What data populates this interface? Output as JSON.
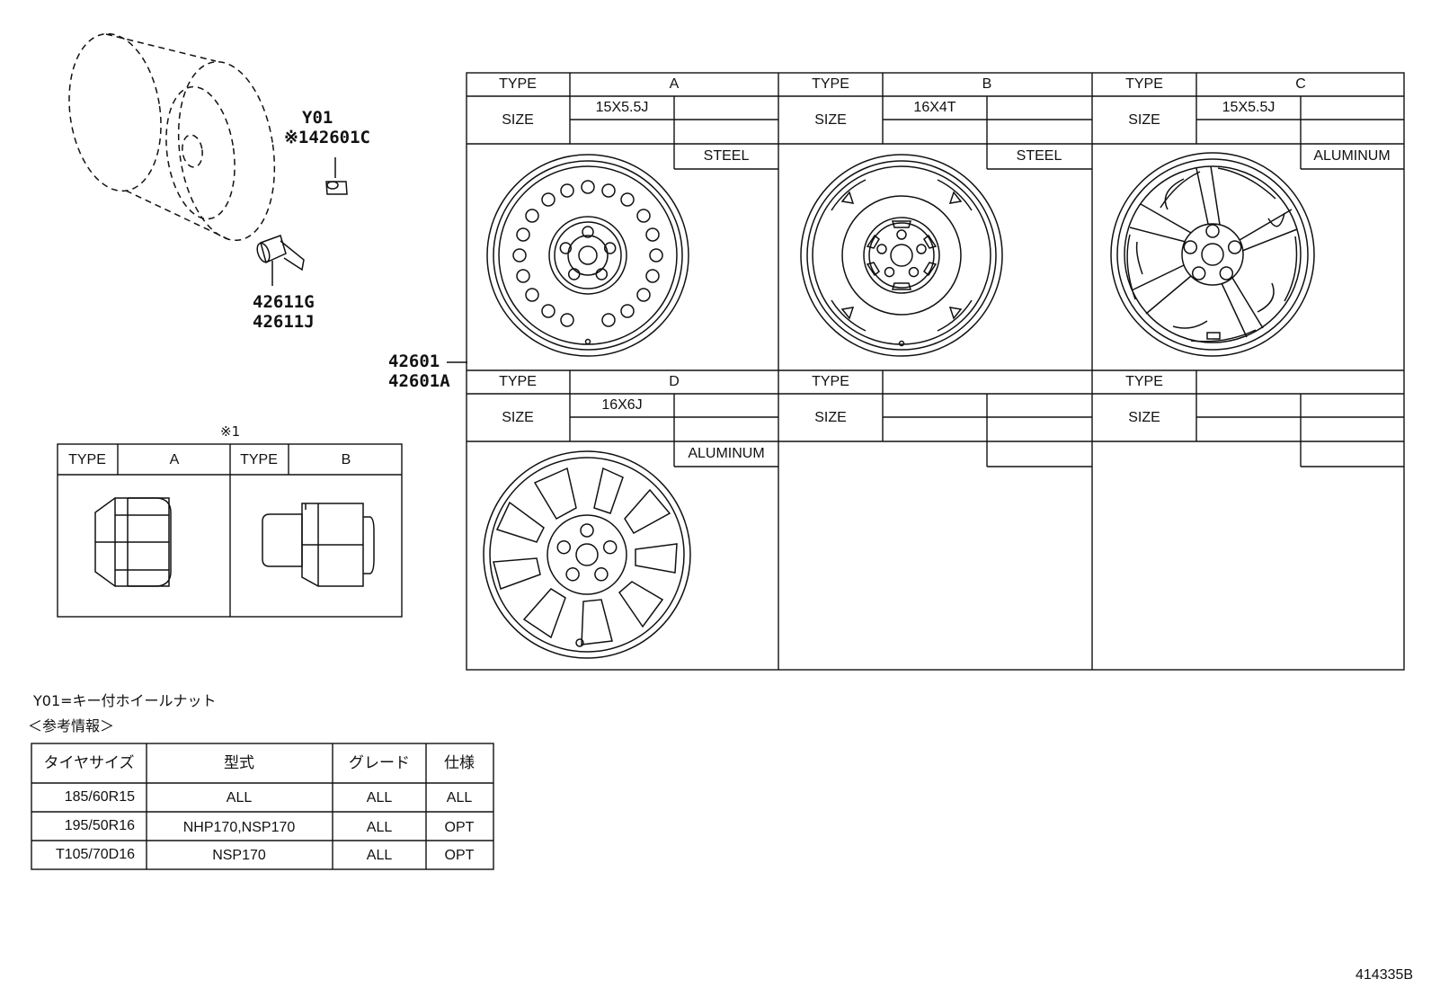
{
  "parts": {
    "lock_nut": {
      "code": "Y01",
      "part": "※142601C"
    },
    "valve": [
      "42611G",
      "42611J"
    ],
    "wheel": [
      "42601",
      "42601A"
    ]
  },
  "wheel_table": {
    "type_label": "TYPE",
    "size_label": "SIZE",
    "cells": [
      {
        "type": "A",
        "size": "15X5.5J",
        "material": "STEEL"
      },
      {
        "type": "B",
        "size": "16X4T",
        "material": "STEEL"
      },
      {
        "type": "C",
        "size": "15X5.5J",
        "material": "ALUMINUM"
      },
      {
        "type": "D",
        "size": "16X6J",
        "material": "ALUMINUM"
      },
      {
        "type": "",
        "size": "",
        "material": ""
      },
      {
        "type": "",
        "size": "",
        "material": ""
      }
    ]
  },
  "nut_table": {
    "mark": "※1",
    "type_label": "TYPE",
    "types": [
      "A",
      "B"
    ]
  },
  "legend": {
    "y01_note": "Y01=キー付ホイールナット",
    "ref_title": "＜参考情報＞"
  },
  "ref_table": {
    "headers": [
      "タイヤサイズ",
      "型式",
      "グレード",
      "仕様"
    ],
    "rows": [
      [
        "185/60R15",
        "ALL",
        "ALL",
        "ALL"
      ],
      [
        "195/50R16",
        "NHP170,NSP170",
        "ALL",
        "OPT"
      ],
      [
        "T105/70D16",
        "NSP170",
        "ALL",
        "OPT"
      ]
    ]
  },
  "figure_id": "414335B"
}
